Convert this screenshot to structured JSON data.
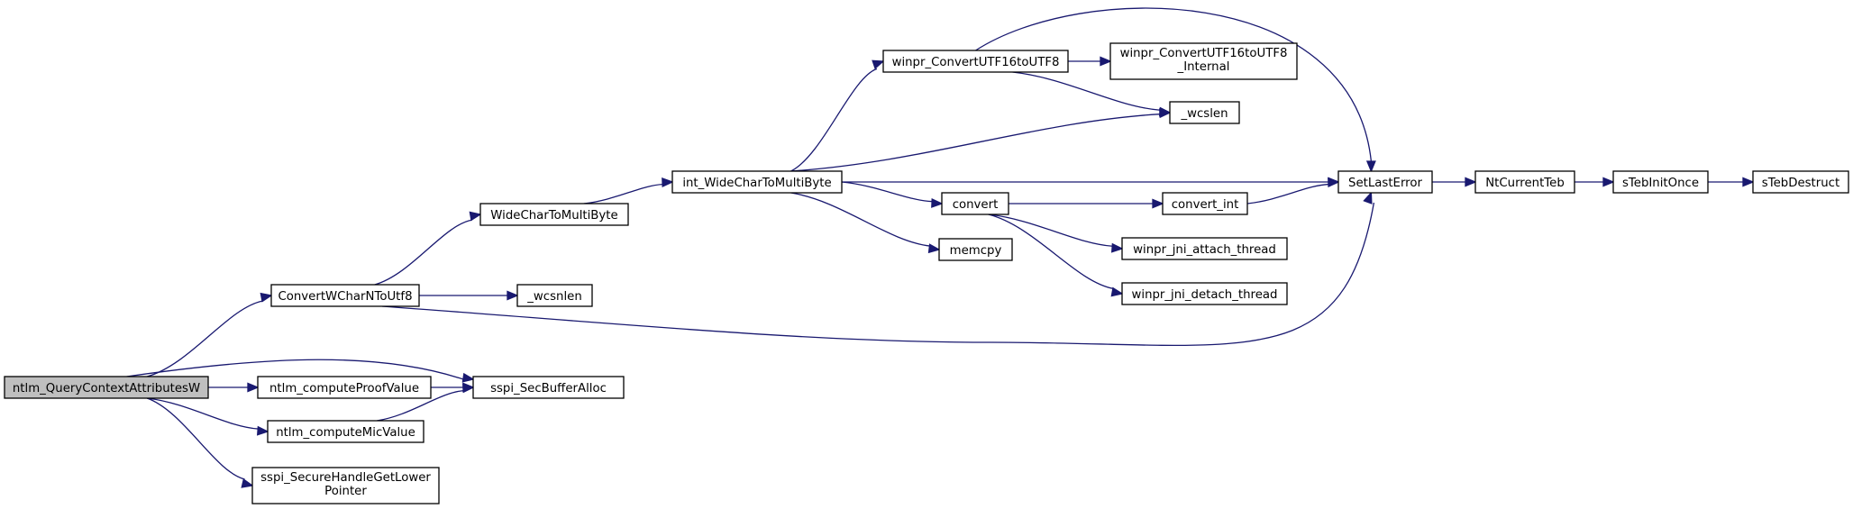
{
  "diagram": {
    "type": "call-graph",
    "colors": {
      "edge": "#191970",
      "root_fill": "#bfbfbf",
      "node_fill": "#ffffff",
      "border": "#000000"
    },
    "nodes": [
      {
        "id": "root",
        "lines": [
          "ntlm_QueryContextAttributesW"
        ],
        "root": true
      },
      {
        "id": "cwnu",
        "lines": [
          "ConvertWCharNToUtf8"
        ]
      },
      {
        "id": "wctmb",
        "lines": [
          "WideCharToMultiByte"
        ]
      },
      {
        "id": "iwctmb",
        "lines": [
          "int_WideCharToMultiByte"
        ]
      },
      {
        "id": "wcu",
        "lines": [
          "winpr_ConvertUTF16toUTF8"
        ]
      },
      {
        "id": "wcui",
        "lines": [
          "winpr_ConvertUTF16toUTF8",
          "_Internal"
        ]
      },
      {
        "id": "wcslen",
        "lines": [
          "_wcslen"
        ]
      },
      {
        "id": "convert",
        "lines": [
          "convert"
        ]
      },
      {
        "id": "memcpy",
        "lines": [
          "memcpy"
        ]
      },
      {
        "id": "convint",
        "lines": [
          "convert_int"
        ]
      },
      {
        "id": "attach",
        "lines": [
          "winpr_jni_attach_thread"
        ]
      },
      {
        "id": "detach",
        "lines": [
          "winpr_jni_detach_thread"
        ]
      },
      {
        "id": "wcsnlen",
        "lines": [
          "_wcsnlen"
        ]
      },
      {
        "id": "setlast",
        "lines": [
          "SetLastError"
        ]
      },
      {
        "id": "ntteb",
        "lines": [
          "NtCurrentTeb"
        ]
      },
      {
        "id": "stinit",
        "lines": [
          "sTebInitOnce"
        ]
      },
      {
        "id": "stdest",
        "lines": [
          "sTebDestruct"
        ]
      },
      {
        "id": "proof",
        "lines": [
          "ntlm_computeProofValue"
        ]
      },
      {
        "id": "secbuf",
        "lines": [
          "sspi_SecBufferAlloc"
        ]
      },
      {
        "id": "mic",
        "lines": [
          "ntlm_computeMicValue"
        ]
      },
      {
        "id": "lowptr",
        "lines": [
          "sspi_SecureHandleGetLower",
          "Pointer"
        ]
      }
    ],
    "edges": [
      [
        "root",
        "cwnu"
      ],
      [
        "root",
        "secbuf"
      ],
      [
        "root",
        "proof"
      ],
      [
        "root",
        "mic"
      ],
      [
        "root",
        "lowptr"
      ],
      [
        "cwnu",
        "wctmb"
      ],
      [
        "cwnu",
        "wcsnlen"
      ],
      [
        "cwnu",
        "setlast"
      ],
      [
        "wctmb",
        "iwctmb"
      ],
      [
        "iwctmb",
        "wcu"
      ],
      [
        "iwctmb",
        "wcslen"
      ],
      [
        "iwctmb",
        "setlast"
      ],
      [
        "iwctmb",
        "convert"
      ],
      [
        "iwctmb",
        "memcpy"
      ],
      [
        "wcu",
        "wcui"
      ],
      [
        "wcu",
        "wcslen"
      ],
      [
        "wcu",
        "setlast"
      ],
      [
        "convert",
        "convint"
      ],
      [
        "convert",
        "attach"
      ],
      [
        "convert",
        "detach"
      ],
      [
        "convint",
        "setlast"
      ],
      [
        "setlast",
        "ntteb"
      ],
      [
        "ntteb",
        "stinit"
      ],
      [
        "stinit",
        "stdest"
      ],
      [
        "proof",
        "secbuf"
      ],
      [
        "mic",
        "secbuf"
      ]
    ]
  }
}
